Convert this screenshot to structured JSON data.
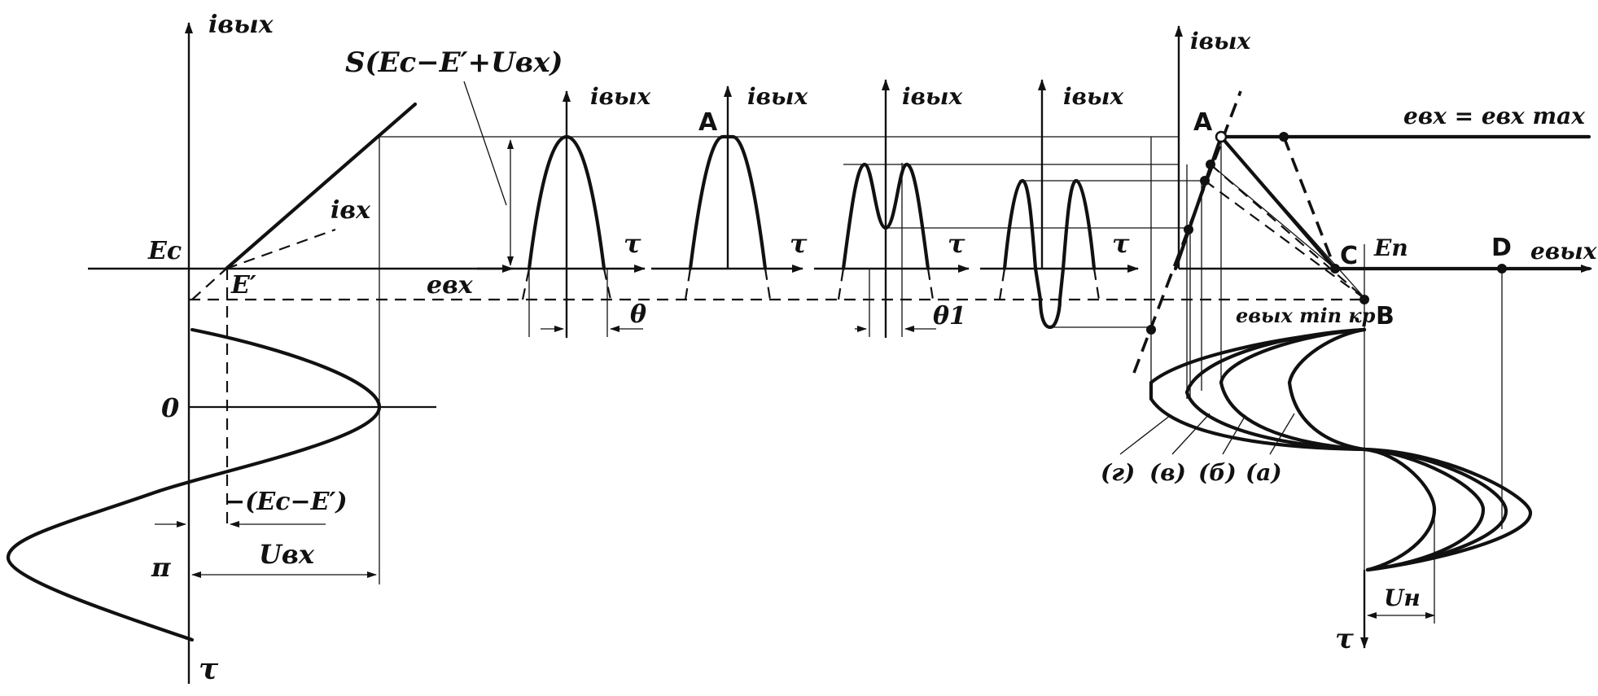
{
  "labels": {
    "i_out_1": "iвых",
    "s_formula": "S(Eс−E′+Uвх)",
    "i_in": "iвх",
    "e_c": "Eс",
    "e_prime": "E′",
    "e_in": "eвх",
    "zero": "0",
    "neg_ec_e": "−(Eс−E′)",
    "pi": "π",
    "u_in": "Uвх",
    "tau_left": "τ",
    "i_out_p1": "iвых",
    "theta": "θ",
    "tau_p1": "τ",
    "point_a_p2": "A",
    "i_out_p2": "iвых",
    "tau_p2": "τ",
    "i_out_p3": "iвых",
    "theta1": "θ1",
    "tau_p3": "τ",
    "i_out_p4": "iвых",
    "tau_p4": "τ",
    "i_out_right": "iвых",
    "point_a": "A",
    "e_in_max": "eвх = eвх max",
    "point_c": "C",
    "e_n": "Eп",
    "point_d": "D",
    "e_out": "eвых",
    "e_out_min": "eвых min кр",
    "point_b": "B",
    "curve_g": "(г)",
    "curve_v": "(в)",
    "curve_b": "(б)",
    "curve_a": "(а)",
    "u_n": "Uн",
    "tau_right": "τ"
  }
}
